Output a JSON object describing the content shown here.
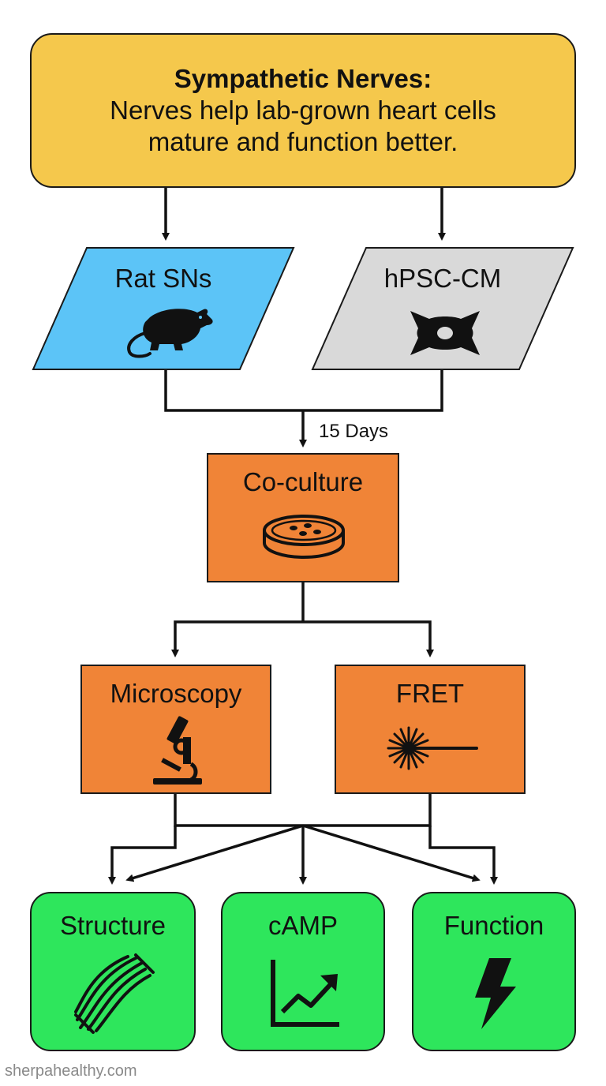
{
  "header": {
    "title": "Sympathetic Nerves:",
    "subtitle_line1": "Nerves help lab-grown heart cells",
    "subtitle_line2": "mature and function better."
  },
  "inputs": {
    "rat": {
      "label": "Rat SNs",
      "icon": "rat-icon",
      "color": "#5cc4f7"
    },
    "hpsc": {
      "label": "hPSC-CM",
      "icon": "cardiomyocyte-icon",
      "color": "#d9d9d9"
    }
  },
  "duration_label": "15 Days",
  "coculture": {
    "label": "Co-culture",
    "icon": "petri-dish-icon",
    "color": "#f08437"
  },
  "methods": [
    {
      "label": "Microscopy",
      "icon": "microscope-icon"
    },
    {
      "label": "FRET",
      "icon": "laser-icon"
    }
  ],
  "outcomes": [
    {
      "label": "Structure",
      "icon": "muscle-fiber-icon"
    },
    {
      "label": "cAMP",
      "icon": "rising-chart-icon"
    },
    {
      "label": "Function",
      "icon": "lightning-icon"
    }
  ],
  "outcome_color": "#2ee65c",
  "watermark": "sherpahealthy.com"
}
